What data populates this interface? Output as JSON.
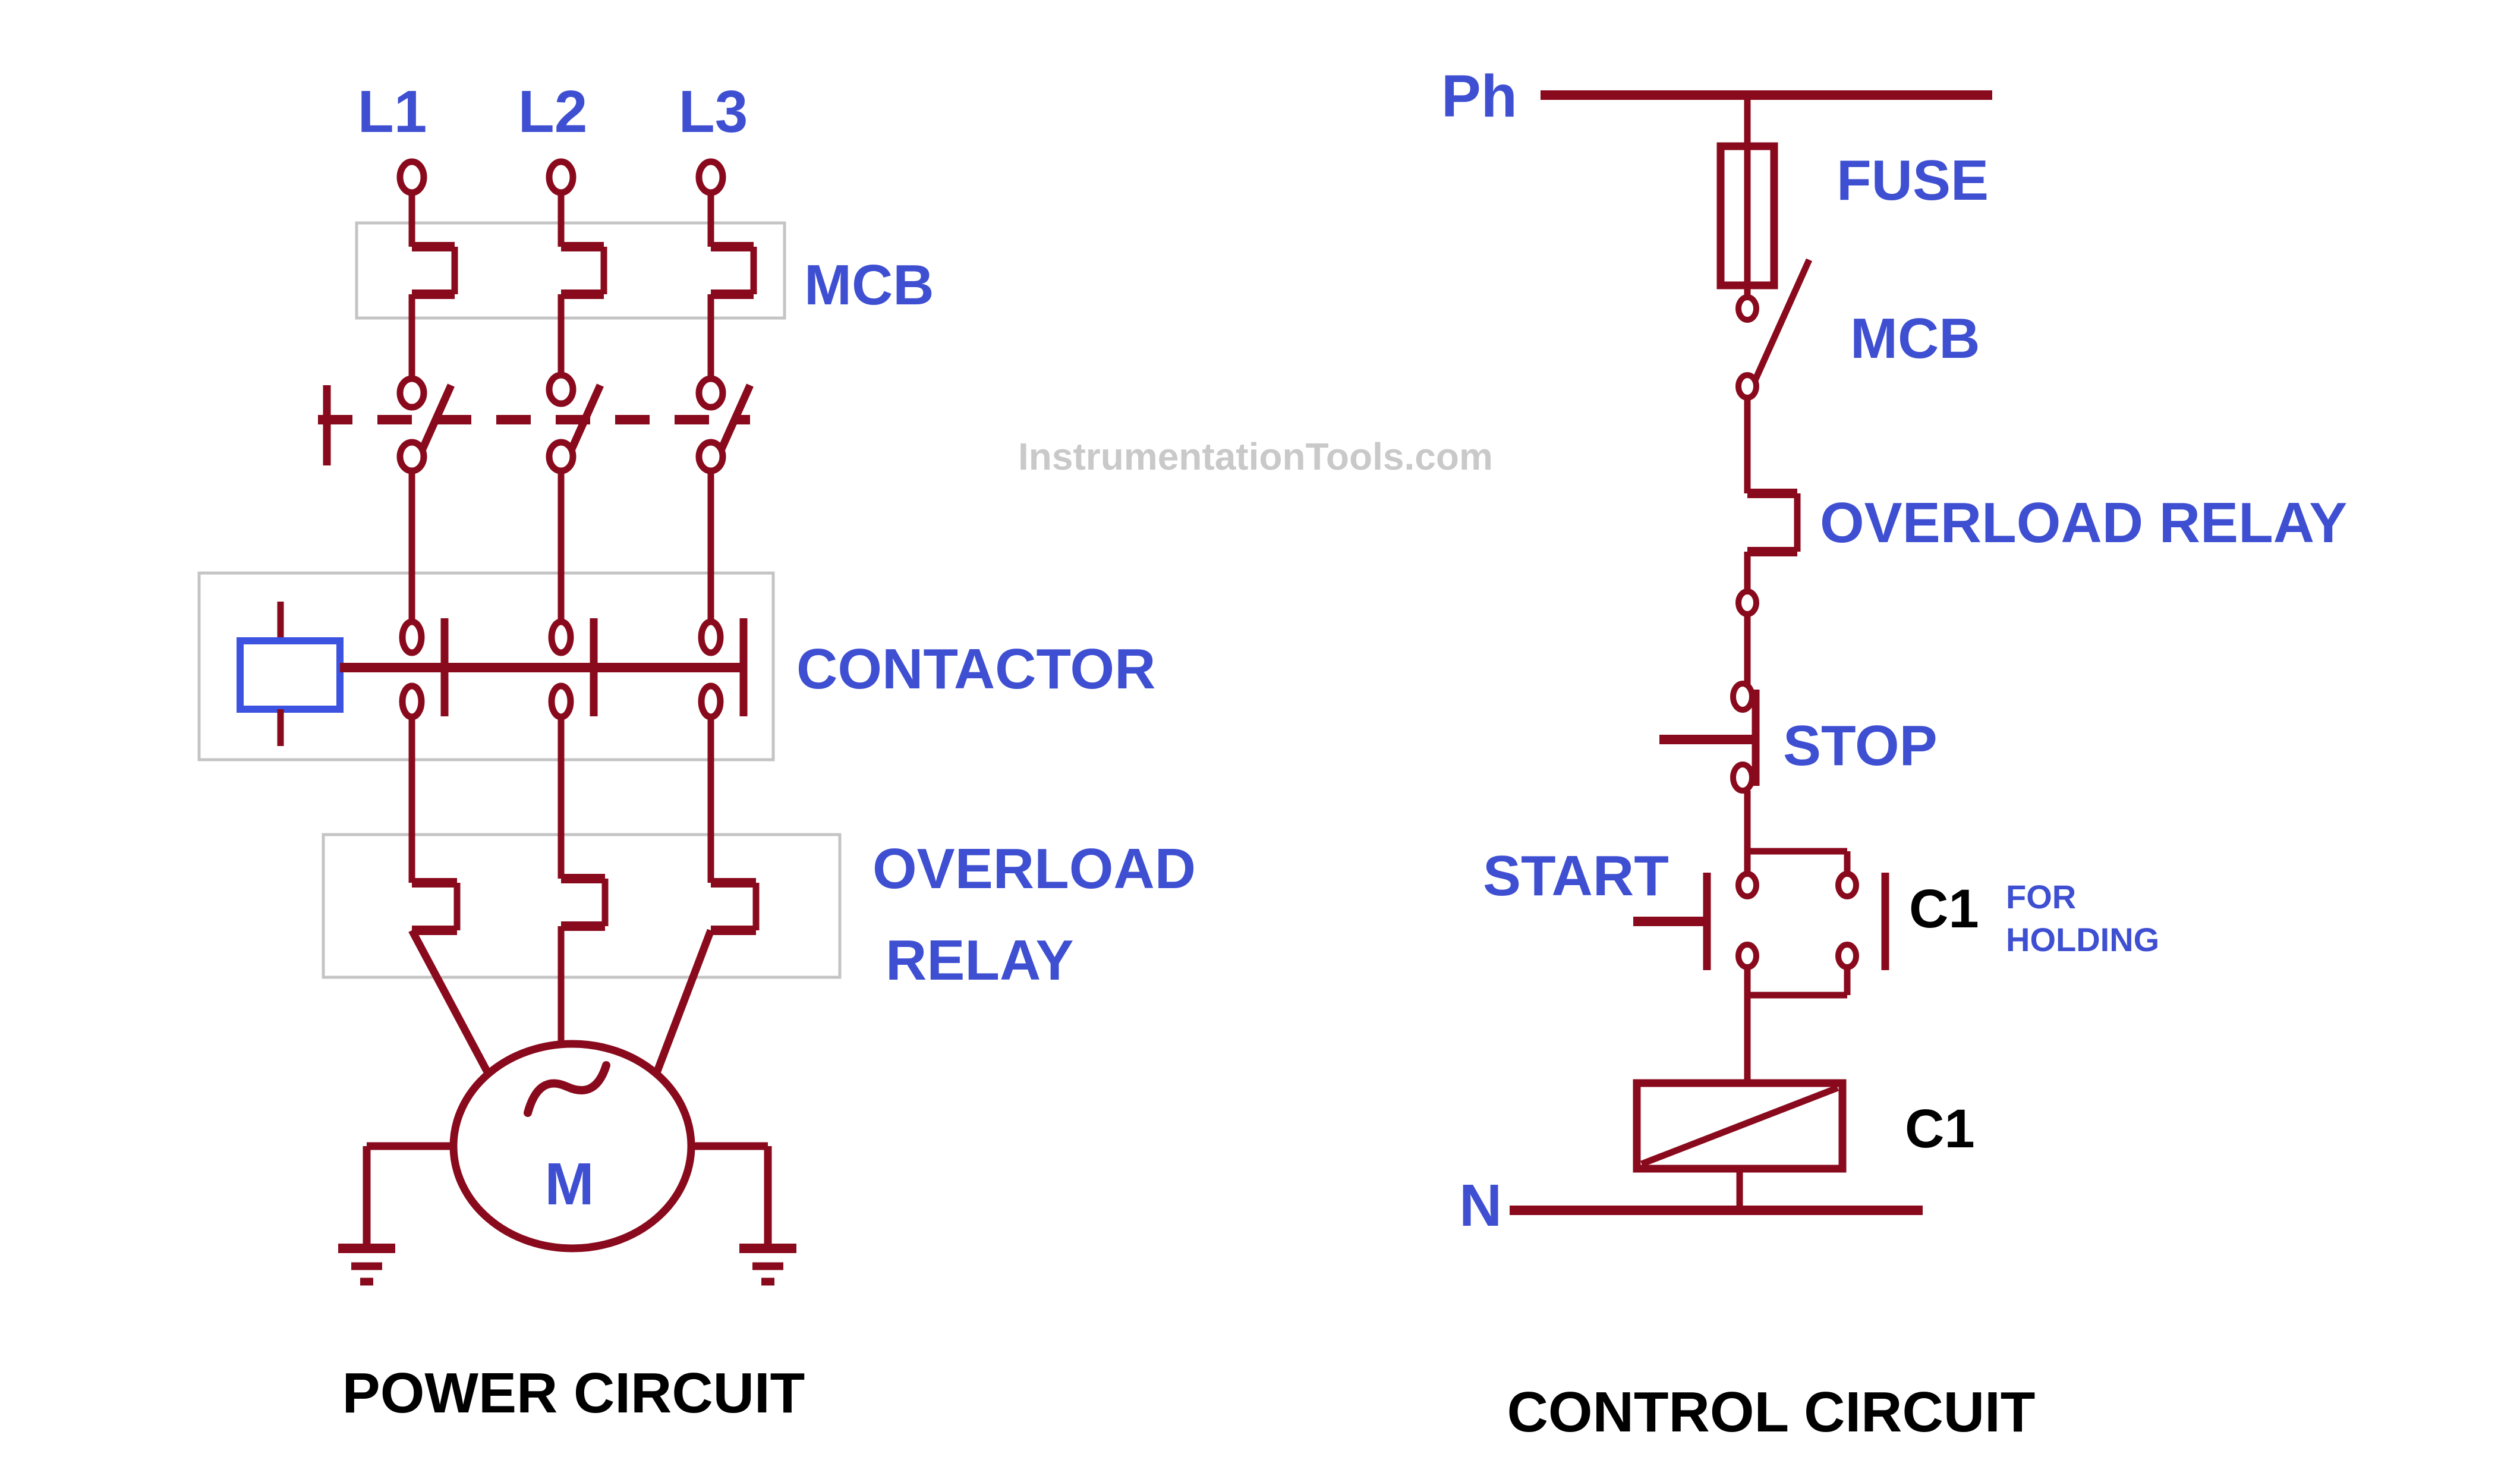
{
  "colors": {
    "wire_red": "#8a0a1d",
    "label_blue": "#3e4fd2",
    "coil_blue": "#3c52e0",
    "box_gray": "#c4c4c4",
    "label_black": "#000000",
    "watermark_gray": "#c9c9c9",
    "background": "#ffffff"
  },
  "watermark": {
    "text": "InstrumentationTools.com"
  },
  "power_circuit": {
    "title": "POWER CIRCUIT",
    "phases": [
      "L1",
      "L2",
      "L3"
    ],
    "mcb_label": "MCB",
    "contactor_label": "CONTACTOR",
    "overload_relay_label_line1": "OVERLOAD",
    "overload_relay_label_line2": "RELAY",
    "motor_label": "M"
  },
  "control_circuit": {
    "title": "CONTROL CIRCUIT",
    "phase_label": "Ph",
    "fuse_label": "FUSE",
    "mcb_label": "MCB",
    "overload_relay_label": "OVERLOAD RELAY",
    "stop_label": "STOP",
    "start_label": "START",
    "holding_contact_label": "C1",
    "holding_note_line1": "FOR",
    "holding_note_line2": "HOLDING",
    "coil_label": "C1",
    "neutral_label": "N"
  }
}
